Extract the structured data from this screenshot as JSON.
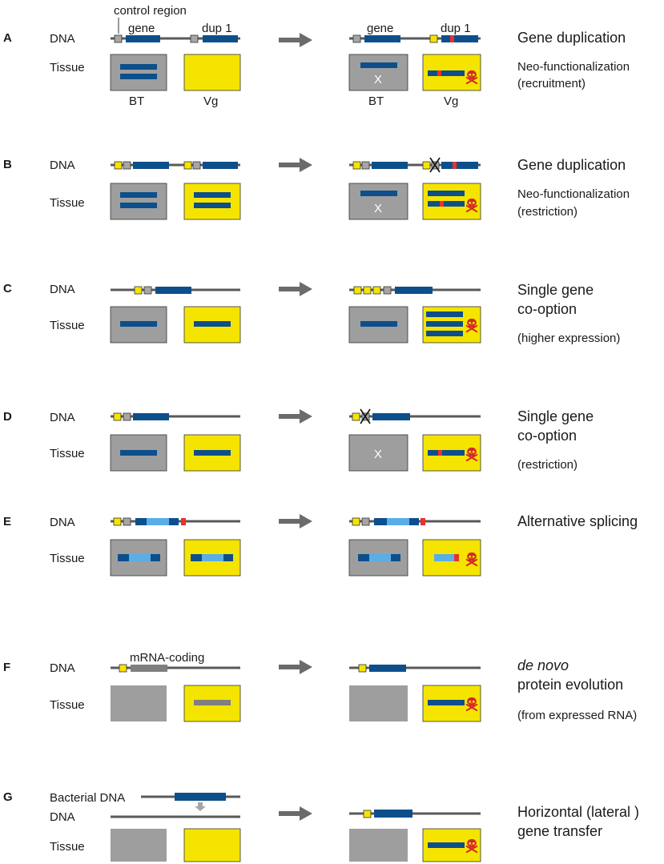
{
  "colors": {
    "line": "#595959",
    "gray_box": "#9e9e9e",
    "yellow": "#f5e400",
    "blue": "#0d4f8b",
    "light_blue": "#5aaee6",
    "red": "#e8322c",
    "arrow": "#6b6b6b",
    "small_gray": "#a6a6a6"
  },
  "annotations": {
    "control_region": "control region",
    "gene": "gene",
    "dup1": "dup 1",
    "bt": "BT",
    "vg": "Vg",
    "mrna_coding": "mRNA-coding",
    "bacterial_dna": "Bacterial DNA",
    "x_mark": "X"
  },
  "icons": {
    "skull": "skull-crossbones-icon",
    "arrow": "right-arrow-icon"
  },
  "rows": [
    {
      "letter": "A",
      "dna": "DNA",
      "tissue": "Tissue",
      "title_lines": [
        "Gene duplication"
      ],
      "sub_lines": [
        "Neo-functionalization",
        "(recruitment)"
      ]
    },
    {
      "letter": "B",
      "dna": "DNA",
      "tissue": "Tissue",
      "title_lines": [
        "Gene duplication"
      ],
      "sub_lines": [
        "Neo-functionalization",
        "(restriction)"
      ]
    },
    {
      "letter": "C",
      "dna": "DNA",
      "tissue": "Tissue",
      "title_lines": [
        "Single gene",
        "co-option"
      ],
      "sub_lines": [
        "(higher expression)"
      ]
    },
    {
      "letter": "D",
      "dna": "DNA",
      "tissue": "Tissue",
      "title_lines": [
        "Single gene",
        "co-option"
      ],
      "sub_lines": [
        "(restriction)"
      ]
    },
    {
      "letter": "E",
      "dna": "DNA",
      "tissue": "Tissue",
      "title_lines": [
        "Alternative splicing"
      ],
      "sub_lines": []
    },
    {
      "letter": "F",
      "dna": "DNA",
      "tissue": "Tissue",
      "title_lines": [
        "de novo",
        "protein evolution"
      ],
      "sub_lines": [
        "(from expressed RNA)"
      ]
    },
    {
      "letter": "G",
      "dna": "DNA",
      "tissue": "Tissue",
      "title_lines": [
        "Horizontal (lateral )",
        "gene transfer"
      ],
      "sub_lines": []
    }
  ]
}
